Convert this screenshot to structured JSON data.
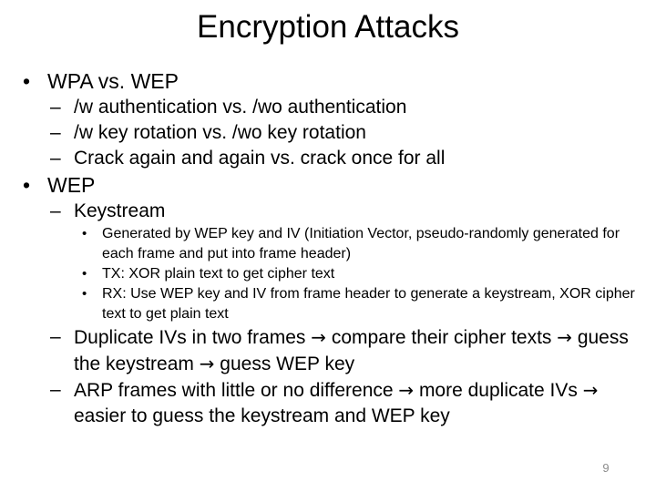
{
  "slide": {
    "title": "Encryption Attacks",
    "page_number": "9",
    "bullets": [
      {
        "level": 1,
        "marker": "•",
        "text": "WPA vs. WEP"
      },
      {
        "level": 2,
        "marker": "–",
        "text": "/w authentication vs. /wo authentication"
      },
      {
        "level": 2,
        "marker": "–",
        "text": "/w key rotation vs. /wo key rotation"
      },
      {
        "level": 2,
        "marker": "–",
        "text": "Crack again and again vs. crack once for all"
      },
      {
        "level": 1,
        "marker": "•",
        "text": "WEP"
      },
      {
        "level": 2,
        "marker": "–",
        "text": "Keystream"
      },
      {
        "level": 3,
        "marker": "•",
        "text": "Generated by WEP key and IV (Initiation Vector, pseudo-randomly generated for each frame and  put into frame header)"
      },
      {
        "level": 3,
        "marker": "•",
        "text": "TX: XOR plain text to get cipher text"
      },
      {
        "level": 3,
        "marker": "•",
        "text": "RX: Use WEP key and IV from frame header to generate a keystream, XOR cipher text to get plain text"
      },
      {
        "level": 2,
        "marker": "–",
        "text": "Duplicate IVs in two frames → compare their cipher texts → guess the keystream → guess WEP key"
      },
      {
        "level": 2,
        "marker": "–",
        "text": "ARP frames with little or no difference → more duplicate IVs → easier to guess the keystream and WEP key"
      }
    ]
  },
  "colors": {
    "background": "#ffffff",
    "text": "#000000",
    "page_number": "#8c8c8c"
  }
}
